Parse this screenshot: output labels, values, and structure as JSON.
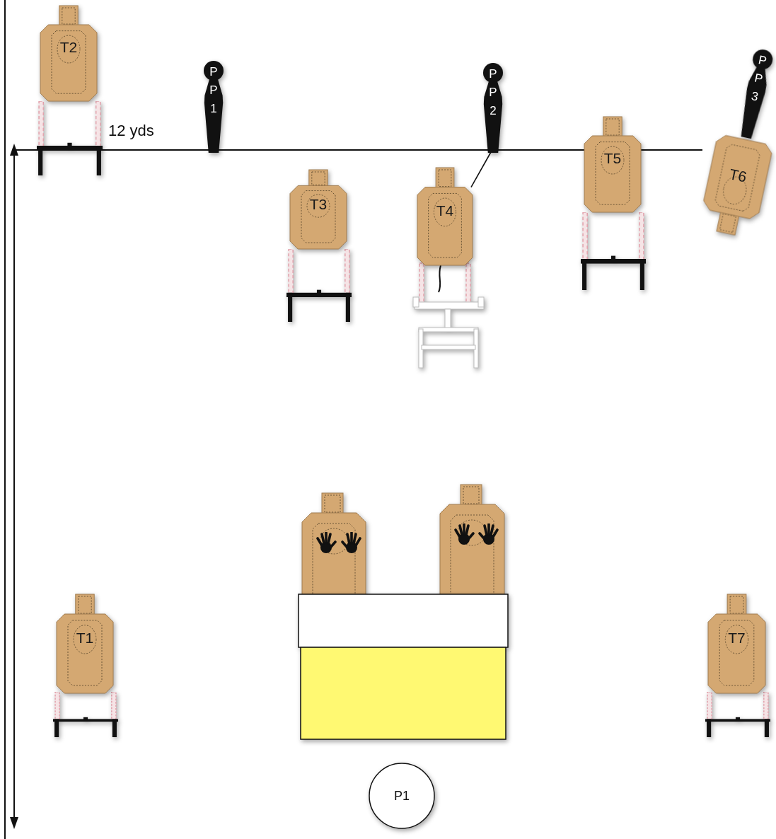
{
  "diagram": {
    "nodes": [
      {
        "text": [
          "T2"
        ]
      },
      {
        "text": [
          "P P 1"
        ]
      },
      {
        "text": [
          "P P 2"
        ]
      },
      {
        "text": [
          "P P 3"
        ]
      },
      {
        "text": [
          "T3"
        ]
      },
      {
        "text": [
          "T4"
        ]
      },
      {
        "text": [
          "T5"
        ]
      },
      {
        "text": [
          "T6"
        ]
      },
      {
        "text": [
          "T1"
        ]
      },
      {
        "text": [
          "T7"
        ]
      },
      {
        "text": [
          "P1"
        ]
      }
    ],
    "edges": [
      {
        "from": 2,
        "to": 5,
        "arrow": "none"
      }
    ],
    "labels": [
      "12 yds"
    ]
  }
}
